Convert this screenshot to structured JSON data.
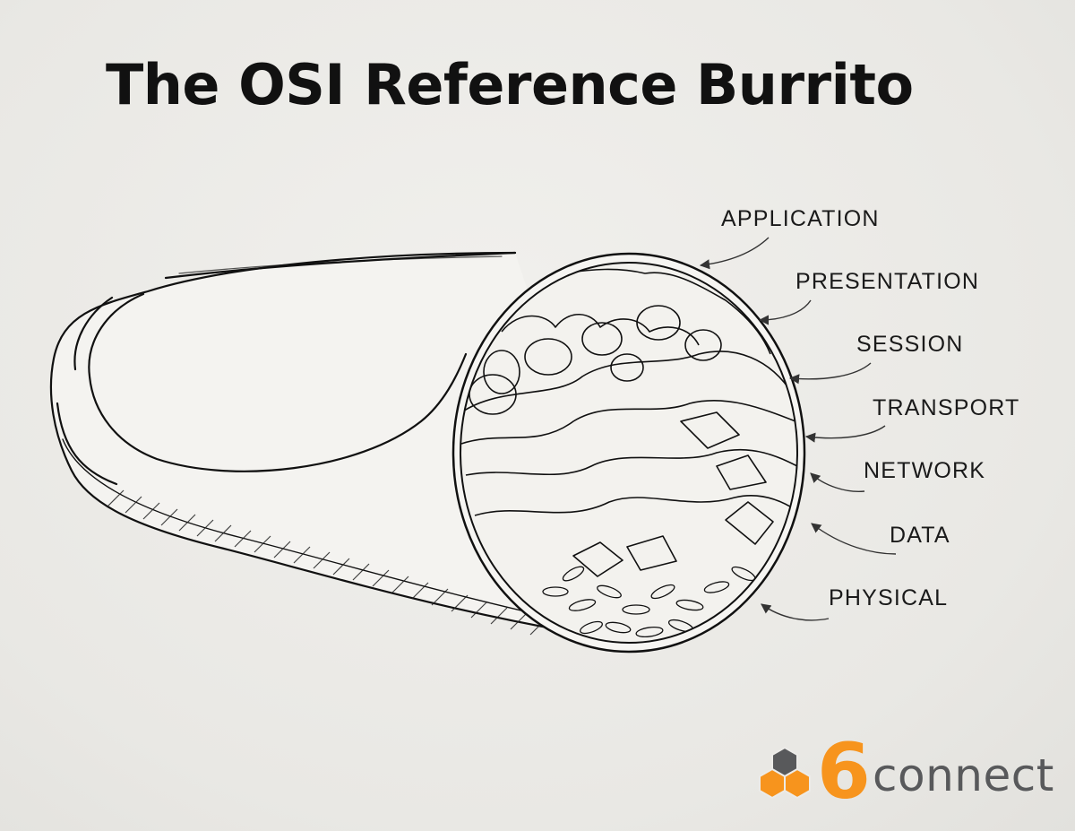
{
  "title": "The OSI Reference Burrito",
  "layers": [
    {
      "label": "APPLICATION"
    },
    {
      "label": "PRESENTATION"
    },
    {
      "label": "SESSION"
    },
    {
      "label": "TRANSPORT"
    },
    {
      "label": "NETWORK"
    },
    {
      "label": "DATA"
    },
    {
      "label": "PHYSICAL"
    }
  ],
  "logo": {
    "digit": "6",
    "word": "connect",
    "digit_color": "#f7941d",
    "word_color": "#58595b",
    "hex_colors": [
      "#58595b",
      "#f7941d",
      "#f7941d",
      "#58595b"
    ]
  },
  "icons": [
    "burrito-illustration",
    "hexagon-cluster-icon",
    "arrow-icon"
  ]
}
